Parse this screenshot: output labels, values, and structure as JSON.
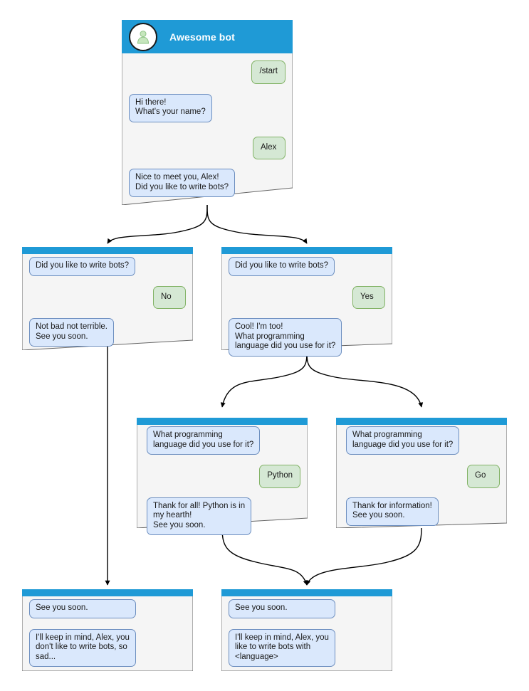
{
  "diagram": {
    "title": "Awesome bot conversation flow",
    "type": "bot-dialog-flowchart",
    "colors": {
      "header_blue": "#1f9ad6",
      "node_fill": "#f5f5f5",
      "node_border": "#666666",
      "bot_bubble_fill": "#dae8fc",
      "bot_bubble_border": "#6c8ebf",
      "user_bubble_fill": "#d5e8d4",
      "user_bubble_border": "#82b366",
      "edge_color": "#000000",
      "avatar_person": "#b9e0b0",
      "title_text": "#ffffff"
    }
  },
  "nodes": {
    "root": {
      "bot_name": "Awesome bot",
      "avatar_icon": "person-avatar-icon",
      "messages": [
        {
          "from": "user",
          "text": "/start"
        },
        {
          "from": "bot",
          "text": "Hi there!\nWhat's your name?"
        },
        {
          "from": "user",
          "text": "Alex"
        },
        {
          "from": "bot",
          "text": "Nice to meet you, Alex!\nDid you like to write bots?"
        }
      ]
    },
    "no_branch": {
      "messages": [
        {
          "from": "bot",
          "text": "Did you like to write bots?"
        },
        {
          "from": "user",
          "text": "No"
        },
        {
          "from": "bot",
          "text": "Not bad not terrible.\nSee you soon."
        }
      ]
    },
    "yes_branch": {
      "messages": [
        {
          "from": "bot",
          "text": "Did you like to write bots?"
        },
        {
          "from": "user",
          "text": "Yes"
        },
        {
          "from": "bot",
          "text": "Cool! I'm too!\nWhat programming\nlanguage did you use for it?"
        }
      ]
    },
    "python_branch": {
      "messages": [
        {
          "from": "bot",
          "text": "What programming\nlanguage did you use for it?"
        },
        {
          "from": "user",
          "text": "Python"
        },
        {
          "from": "bot",
          "text": "Thank for all! Python is in\nmy hearth!\nSee you soon."
        }
      ]
    },
    "go_branch": {
      "messages": [
        {
          "from": "bot",
          "text": "What programming\nlanguage did you use for it?"
        },
        {
          "from": "user",
          "text": "Go"
        },
        {
          "from": "bot",
          "text": "Thank for information!\nSee you soon."
        }
      ]
    },
    "end_sad": {
      "messages": [
        {
          "from": "bot",
          "text": "See you soon."
        },
        {
          "from": "bot",
          "text": "I'll keep in mind, Alex, you\ndon't like to write bots, so\nsad..."
        }
      ]
    },
    "end_happy": {
      "messages": [
        {
          "from": "bot",
          "text": "See you soon."
        },
        {
          "from": "bot",
          "text": "I'll keep in mind, Alex, you\nlike to write bots with\n<language>"
        }
      ]
    }
  }
}
